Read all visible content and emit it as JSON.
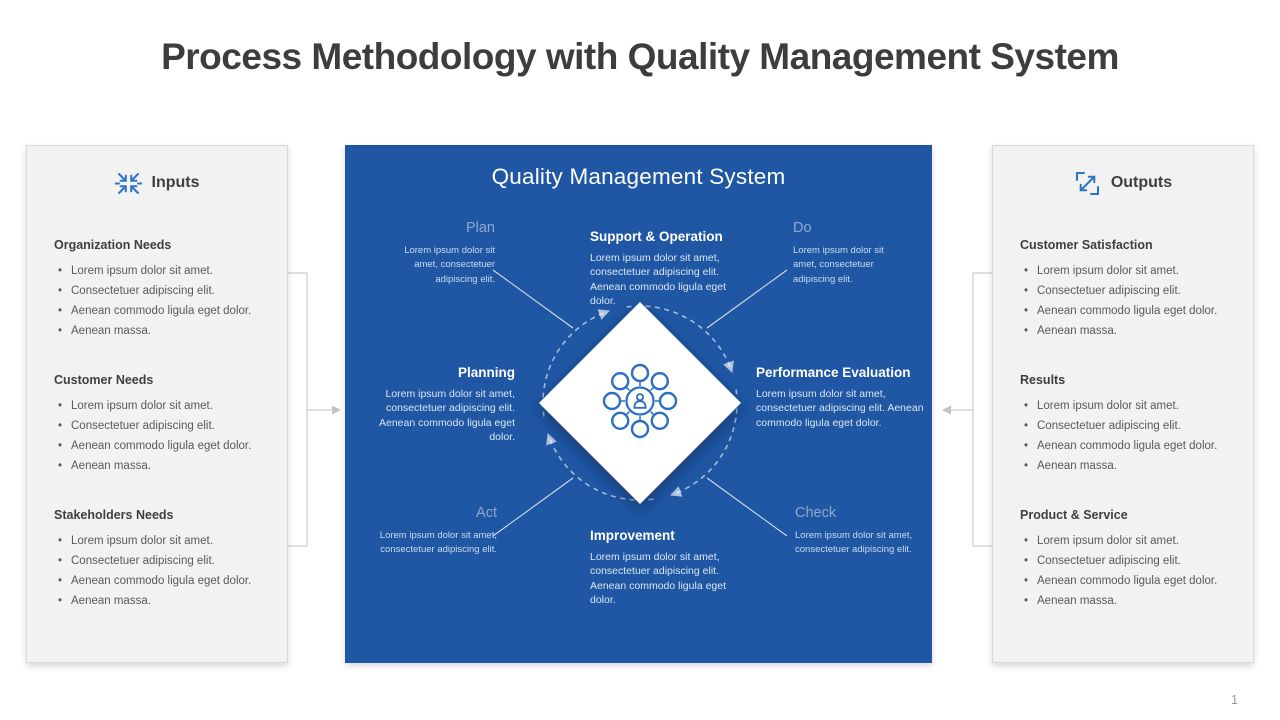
{
  "slide": {
    "title": "Process Methodology with Quality Management System",
    "page_number": "1"
  },
  "colors": {
    "qms_blue": "#1F57A4",
    "icon_blue": "#2E74C6",
    "cycle_label": "#8FA8CB",
    "panel_bg": "#F2F2F2",
    "panel_border": "#D9D9D9",
    "heading_text": "#3F3F3F",
    "body_text": "#595959"
  },
  "inputs_panel": {
    "title": "Inputs",
    "icon": "converge-arrows-icon",
    "sections": [
      {
        "heading": "Organization Needs",
        "bullets": [
          "Lorem ipsum dolor sit amet.",
          "Consectetuer adipiscing elit.",
          "Aenean commodo ligula eget dolor.",
          "Aenean massa."
        ]
      },
      {
        "heading": "Customer Needs",
        "bullets": [
          "Lorem ipsum dolor sit amet.",
          "Consectetuer adipiscing elit.",
          "Aenean commodo ligula eget dolor.",
          "Aenean massa."
        ]
      },
      {
        "heading": "Stakeholders Needs",
        "bullets": [
          "Lorem ipsum dolor sit amet.",
          "Consectetuer adipiscing elit.",
          "Aenean commodo ligula eget dolor.",
          "Aenean massa."
        ]
      }
    ]
  },
  "outputs_panel": {
    "title": "Outputs",
    "icon": "expand-arrows-icon",
    "sections": [
      {
        "heading": "Customer Satisfaction",
        "bullets": [
          "Lorem ipsum dolor sit amet.",
          "Consectetuer adipiscing elit.",
          "Aenean commodo ligula eget dolor.",
          "Aenean massa."
        ]
      },
      {
        "heading": "Results",
        "bullets": [
          "Lorem ipsum dolor sit amet.",
          "Consectetuer adipiscing elit.",
          "Aenean commodo ligula eget dolor.",
          "Aenean massa."
        ]
      },
      {
        "heading": "Product & Service",
        "bullets": [
          "Lorem ipsum dolor sit amet.",
          "Consectetuer adipiscing elit.",
          "Aenean commodo ligula eget dolor.",
          "Aenean massa."
        ]
      }
    ]
  },
  "qms": {
    "title": "Quality Management System",
    "center_icon": "person-network-icon",
    "cycle": [
      {
        "label": "Plan",
        "text": "Lorem ipsum dolor sit amet, consectetuer adipiscing elit."
      },
      {
        "label": "Do",
        "text": "Lorem ipsum dolor sit amet, consectetuer adipiscing elit."
      },
      {
        "label": "Act",
        "text": "Lorem ipsum dolor sit amet, consectetuer adipiscing elit."
      },
      {
        "label": "Check",
        "text": "Lorem ipsum dolor sit amet, consectetuer adipiscing elit."
      }
    ],
    "stages": [
      {
        "title": "Support & Operation",
        "text": "Lorem ipsum dolor sit amet, consectetuer adipiscing elit. Aenean commodo ligula eget dolor."
      },
      {
        "title": "Planning",
        "text": "Lorem ipsum dolor sit amet, consectetuer adipiscing elit. Aenean commodo ligula eget dolor."
      },
      {
        "title": "Performance Evaluation",
        "text": "Lorem ipsum dolor sit amet, consectetuer adipiscing elit. Aenean commodo ligula eget dolor."
      },
      {
        "title": "Improvement",
        "text": "Lorem ipsum dolor sit amet, consectetuer adipiscing elit. Aenean commodo ligula eget dolor."
      }
    ]
  }
}
